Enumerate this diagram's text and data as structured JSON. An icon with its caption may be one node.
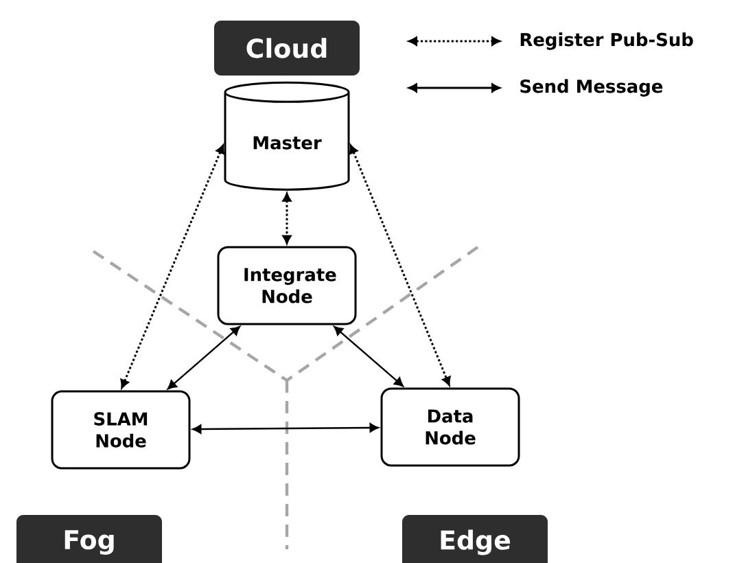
{
  "diagram": {
    "nodes": [
      {
        "text": [
          "Cloud"
        ]
      },
      {
        "text": [
          "Master"
        ]
      },
      {
        "text": [
          "Integrate Node"
        ]
      },
      {
        "text": [
          "SLAM Node"
        ]
      },
      {
        "text": [
          "Data Node"
        ]
      },
      {
        "text": [
          "Fog"
        ]
      },
      {
        "text": [
          "Edge"
        ]
      }
    ],
    "edges": [
      {
        "from": 1,
        "to": 2,
        "arrow": "both",
        "style": "dashed"
      },
      {
        "from": 1,
        "to": 3,
        "arrow": "both",
        "style": "dashed"
      },
      {
        "from": 1,
        "to": 4,
        "arrow": "both",
        "style": "dashed"
      },
      {
        "from": 2,
        "to": 3,
        "arrow": "both"
      },
      {
        "from": 2,
        "to": 4,
        "arrow": "both"
      },
      {
        "from": 3,
        "to": 4,
        "arrow": "both"
      }
    ],
    "legend": [
      {
        "text": "Register Pub-Sub"
      },
      {
        "text": "Send Message"
      }
    ]
  }
}
